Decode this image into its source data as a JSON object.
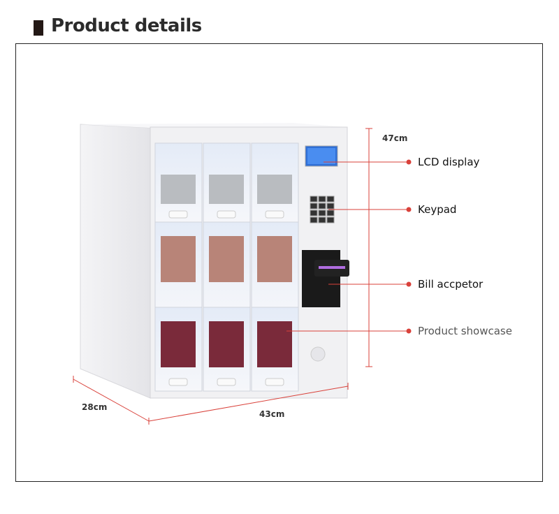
{
  "header": {
    "title": "Product details"
  },
  "callouts": [
    {
      "label": "LCD display"
    },
    {
      "label": "Keypad"
    },
    {
      "label": "Bill accpetor"
    },
    {
      "label": "Product showcase"
    }
  ],
  "dimensions": {
    "height": "47cm",
    "depth": "28cm",
    "width": "43cm"
  },
  "colors": {
    "callout_line": "#d9413a",
    "accent_bar": "#231815"
  }
}
